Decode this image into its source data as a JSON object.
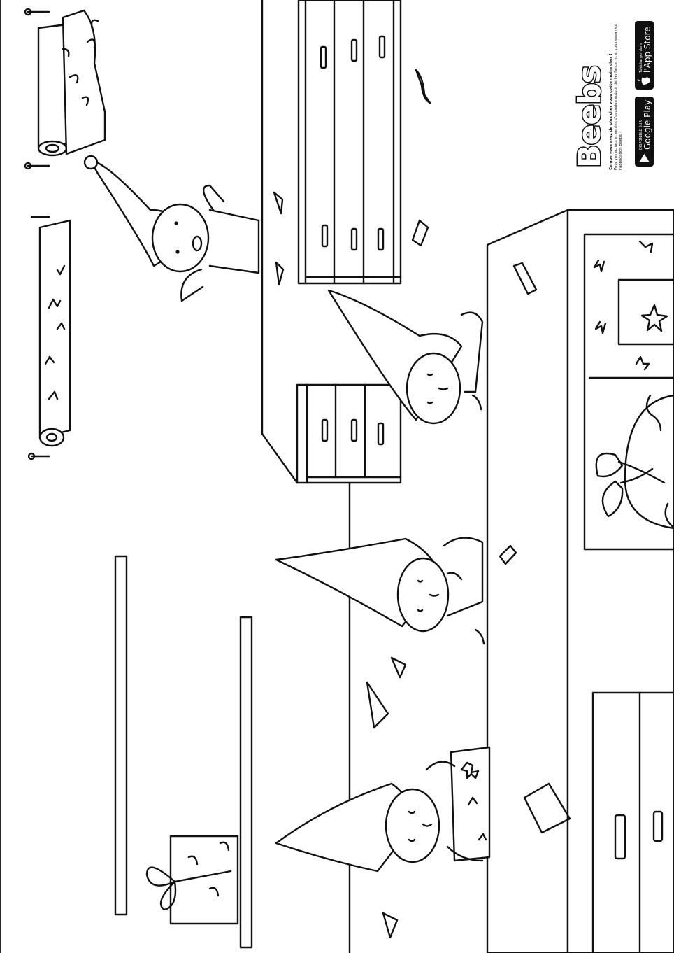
{
  "brand": {
    "logo_text": "Beebs",
    "tagline_bold": "Ce que vous avez de plus cher vous coûte moins cher !",
    "tagline_line1": "Pour vos achats et ventes d'occasion autour de l'enfance, et si vous essayiez",
    "tagline_line2": "l'application Beebs ?"
  },
  "stores": {
    "google_small": "DISPONIBLE SUR",
    "google_large": "Google Play",
    "apple_small": "Télécharger dans",
    "apple_large": "l'App Store"
  },
  "colors": {
    "line": "#111111",
    "paper": "#ffffff",
    "badge": "#111111"
  },
  "icons": [
    "google-play-icon",
    "apple-icon"
  ]
}
